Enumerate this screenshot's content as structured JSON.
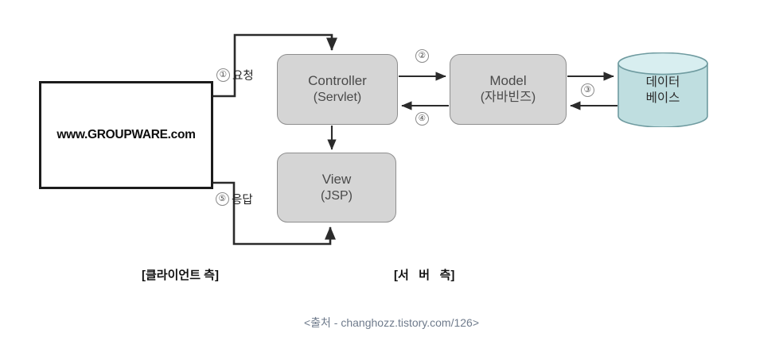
{
  "diagram": {
    "title": "MVC Model2 request/response flow",
    "client": {
      "url": "www.GROUPWARE.com"
    },
    "nodes": {
      "controller": {
        "line1": "Controller",
        "line2": "(Servlet)"
      },
      "view": {
        "line1": "View",
        "line2": "(JSP)"
      },
      "model": {
        "line1": "Model",
        "line2": "(자바빈즈)"
      },
      "database": {
        "line1": "데이터",
        "line2": "베이스"
      }
    },
    "steps": [
      {
        "num": "①",
        "label": "요청"
      },
      {
        "num": "②",
        "label": ""
      },
      {
        "num": "③",
        "label": ""
      },
      {
        "num": "④",
        "label": ""
      },
      {
        "num": "⑤",
        "label": "응답"
      }
    ],
    "captions": {
      "client_side": "[클라이언트 측]",
      "server_side": "[서   버   측]",
      "source": "<출처 - changhozz.tistory.com/126>"
    },
    "colors": {
      "process_fill": "#d5d5d5",
      "process_border": "#8e8e8e",
      "database_fill": "#bfdee0",
      "database_top": "#d8eef0",
      "database_border": "#6f9ba0",
      "line": "#2b2b2b",
      "client_border": "#1c1c1c",
      "source_text": "#6f7b8c"
    }
  }
}
